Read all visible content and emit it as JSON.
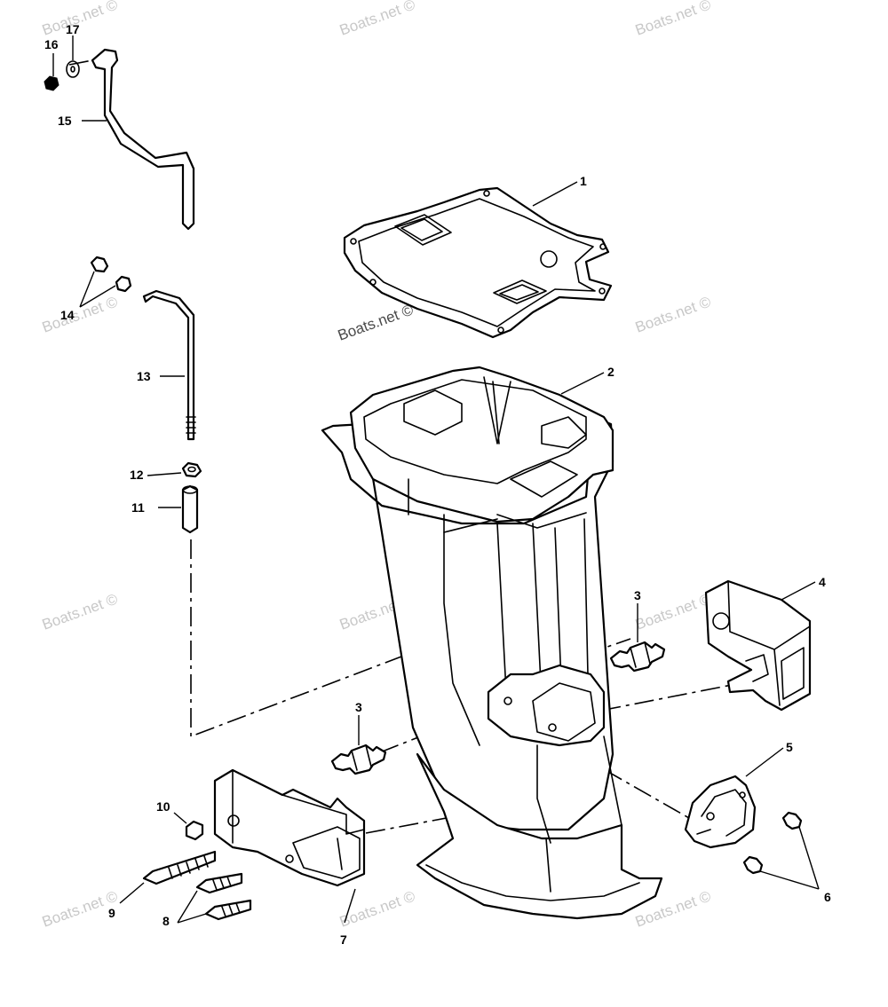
{
  "watermark": "Boats.net ©",
  "callouts": [
    {
      "id": "callout-1",
      "text": "1"
    },
    {
      "id": "callout-2",
      "text": "2"
    },
    {
      "id": "callout-3a",
      "text": "3"
    },
    {
      "id": "callout-3b",
      "text": "3"
    },
    {
      "id": "callout-4",
      "text": "4"
    },
    {
      "id": "callout-5",
      "text": "5"
    },
    {
      "id": "callout-6",
      "text": "6"
    },
    {
      "id": "callout-7",
      "text": "7"
    },
    {
      "id": "callout-8",
      "text": "8"
    },
    {
      "id": "callout-9",
      "text": "9"
    },
    {
      "id": "callout-10",
      "text": "10"
    },
    {
      "id": "callout-11",
      "text": "11"
    },
    {
      "id": "callout-12",
      "text": "12"
    },
    {
      "id": "callout-13",
      "text": "13"
    },
    {
      "id": "callout-14",
      "text": "14"
    },
    {
      "id": "callout-15",
      "text": "15"
    },
    {
      "id": "callout-16",
      "text": "16"
    },
    {
      "id": "callout-17",
      "text": "17"
    }
  ]
}
